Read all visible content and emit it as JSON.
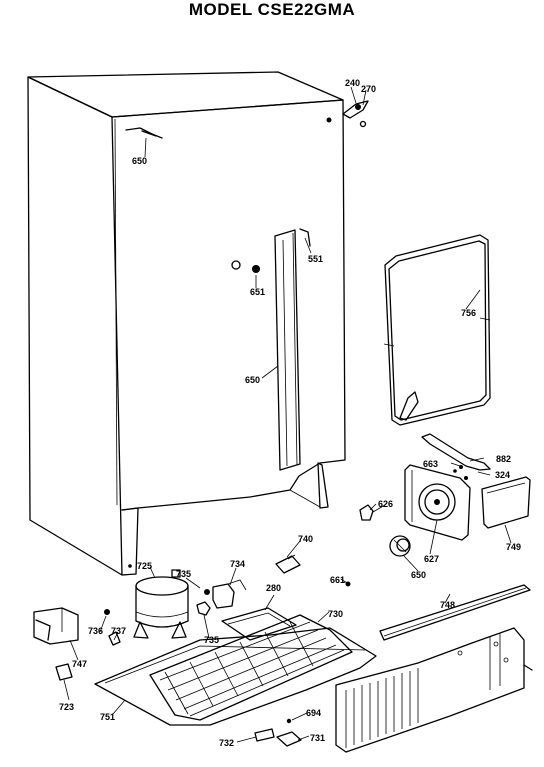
{
  "title": "MODEL CSE22GMA",
  "parts": {
    "p240": "240",
    "p270": "270",
    "p650a": "650",
    "p551": "551",
    "p651": "651",
    "p650b": "650",
    "p756": "756",
    "p882": "882",
    "p663": "663",
    "p324": "324",
    "p626": "626",
    "p627": "627",
    "p749": "749",
    "p740": "740",
    "p661": "661",
    "p650c": "650",
    "p748": "748",
    "p725": "725",
    "p735a": "735",
    "p734": "734",
    "p280": "280",
    "p730": "730",
    "p736": "736",
    "p737": "737",
    "p735b": "735",
    "p747": "747",
    "p723": "723",
    "p751": "751",
    "p694": "694",
    "p732": "732",
    "p731": "731"
  }
}
